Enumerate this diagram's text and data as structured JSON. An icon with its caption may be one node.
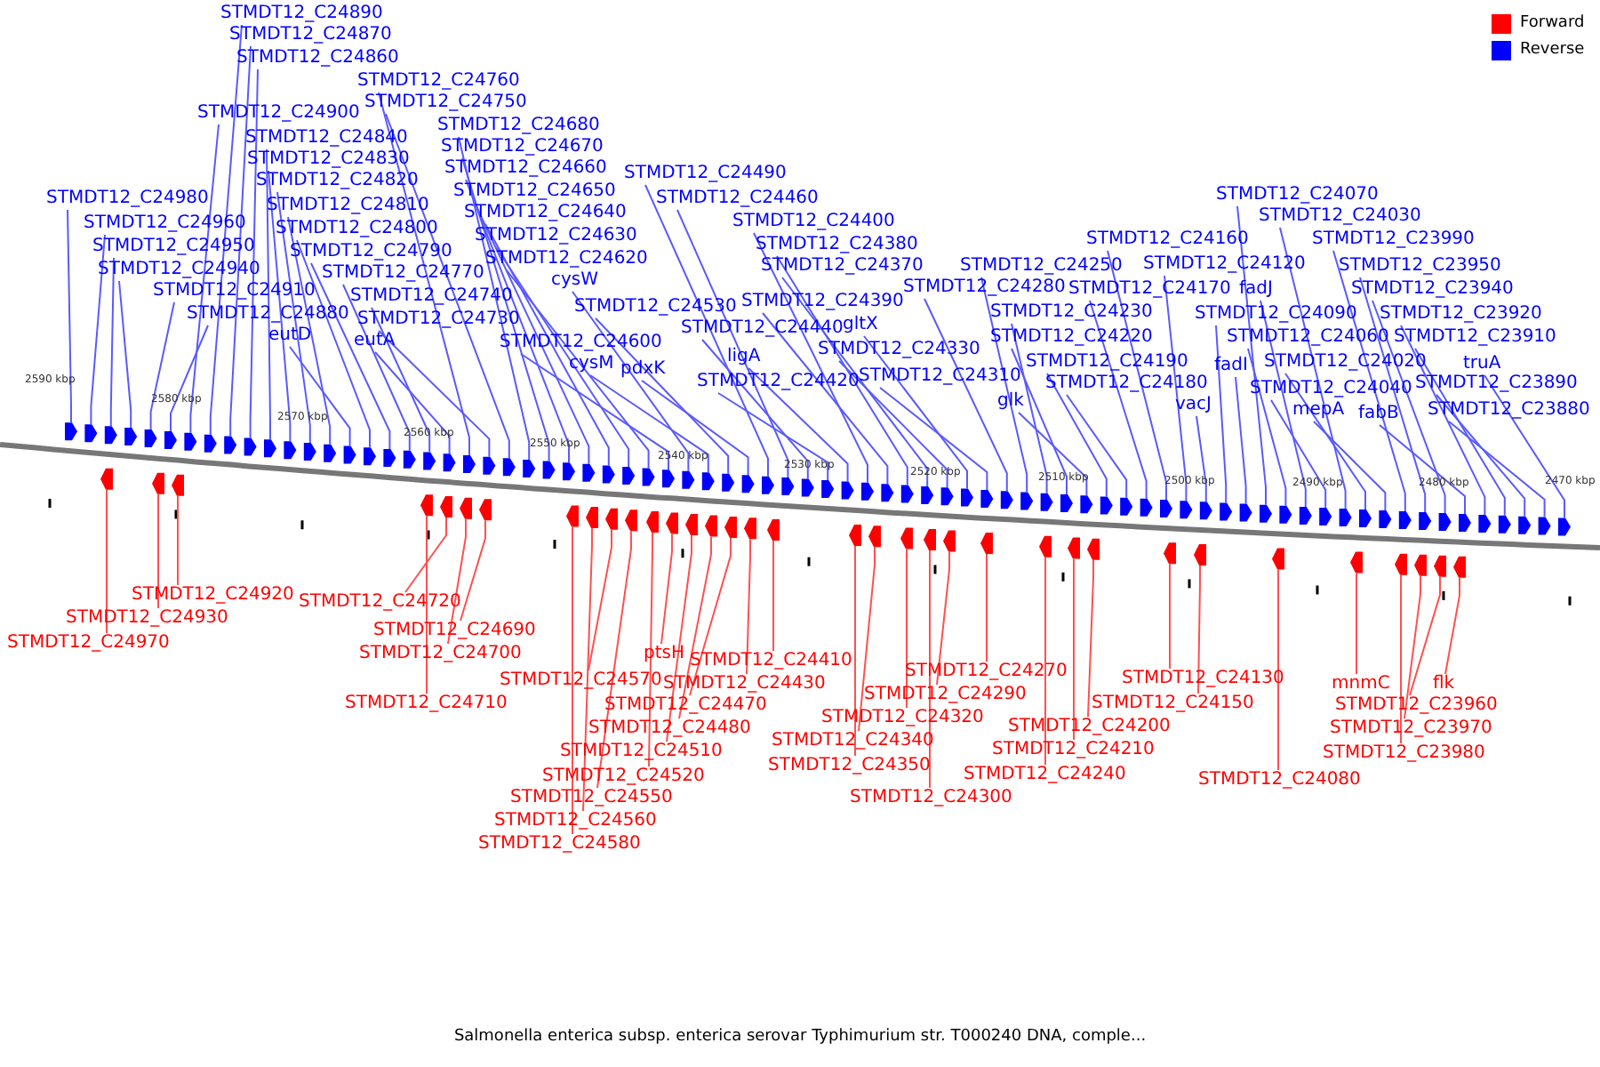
{
  "diagram": {
    "caption": "Salmonella enterica subsp. enterica serovar Typhimurium str. T000240 DNA, comple...",
    "nodes": [
      {
        "text": [
          "STMDT12_C24890"
        ]
      },
      {
        "text": [
          "STMDT12_C24870"
        ]
      },
      {
        "text": [
          "STMDT12_C24860"
        ]
      },
      {
        "text": [
          "STMDT12_C24760"
        ]
      },
      {
        "text": [
          "STMDT12_C24750"
        ]
      },
      {
        "text": [
          "STMDT12_C24900"
        ]
      },
      {
        "text": [
          "STMDT12_C24680"
        ]
      },
      {
        "text": [
          "STMDT12_C24840"
        ]
      },
      {
        "text": [
          "STMDT12_C24670"
        ]
      },
      {
        "text": [
          "STMDT12_C24830"
        ]
      },
      {
        "text": [
          "STMDT12_C24660"
        ]
      },
      {
        "text": [
          "STMDT12_C24490"
        ]
      },
      {
        "text": [
          "STMDT12_C24820"
        ]
      },
      {
        "text": [
          "STMDT12_C24650"
        ]
      },
      {
        "text": [
          "STMDT12_C24070"
        ]
      },
      {
        "text": [
          "STMDT12_C24980"
        ]
      },
      {
        "text": [
          "STMDT12_C24460"
        ]
      },
      {
        "text": [
          "STMDT12_C24810"
        ]
      },
      {
        "text": [
          "STMDT12_C24640"
        ]
      },
      {
        "text": [
          "STMDT12_C24030"
        ]
      },
      {
        "text": [
          "STMDT12_C24400"
        ]
      },
      {
        "text": [
          "STMDT12_C24960"
        ]
      },
      {
        "text": [
          "STMDT12_C24800"
        ]
      },
      {
        "text": [
          "STMDT12_C24630"
        ]
      },
      {
        "text": [
          "STMDT12_C24160"
        ]
      },
      {
        "text": [
          "STMDT12_C23990"
        ]
      },
      {
        "text": [
          "STMDT12_C24380"
        ]
      },
      {
        "text": [
          "STMDT12_C24950"
        ]
      },
      {
        "text": [
          "STMDT12_C24790"
        ]
      },
      {
        "text": [
          "STMDT12_C24620"
        ]
      },
      {
        "text": [
          "STMDT12_C24250"
        ]
      },
      {
        "text": [
          "STMDT12_C24120"
        ]
      },
      {
        "text": [
          "STMDT12_C23950"
        ]
      },
      {
        "text": [
          "STMDT12_C24370"
        ]
      },
      {
        "text": [
          "STMDT12_C24940"
        ]
      },
      {
        "text": [
          "STMDT12_C24770"
        ]
      },
      {
        "text": [
          "cysW"
        ]
      },
      {
        "text": [
          "STMDT12_C24280"
        ]
      },
      {
        "text": [
          "STMDT12_C24170"
        ]
      },
      {
        "text": [
          "fadJ"
        ]
      },
      {
        "text": [
          "STMDT12_C23940"
        ]
      },
      {
        "text": [
          "STMDT12_C24910"
        ]
      },
      {
        "text": [
          "STMDT12_C24740"
        ]
      },
      {
        "text": [
          "STMDT12_C24390"
        ]
      },
      {
        "text": [
          "STMDT12_C24530"
        ]
      },
      {
        "text": [
          "STMDT12_C24230"
        ]
      },
      {
        "text": [
          "STMDT12_C24090"
        ]
      },
      {
        "text": [
          "STMDT12_C23920"
        ]
      },
      {
        "text": [
          "STMDT12_C24880"
        ]
      },
      {
        "text": [
          "STMDT12_C24730"
        ]
      },
      {
        "text": [
          "STMDT12_C24440"
        ]
      },
      {
        "text": [
          "gltX"
        ]
      },
      {
        "text": [
          "eutD"
        ]
      },
      {
        "text": [
          "eutA"
        ]
      },
      {
        "text": [
          "STMDT12_C24600"
        ]
      },
      {
        "text": [
          "STMDT12_C24220"
        ]
      },
      {
        "text": [
          "STMDT12_C24060"
        ]
      },
      {
        "text": [
          "STMDT12_C23910"
        ]
      },
      {
        "text": [
          "STMDT12_C24330"
        ]
      },
      {
        "text": [
          "ligA"
        ]
      },
      {
        "text": [
          "cysM"
        ]
      },
      {
        "text": [
          "STMDT12_C24190"
        ]
      },
      {
        "text": [
          "STMDT12_C24020"
        ]
      },
      {
        "text": [
          "truA"
        ]
      },
      {
        "text": [
          "fadI"
        ]
      },
      {
        "text": [
          "pdxK"
        ]
      },
      {
        "text": [
          "STMDT12_C24310"
        ]
      },
      {
        "text": [
          "STMDT12_C24420"
        ]
      },
      {
        "text": [
          "STMDT12_C24180"
        ]
      },
      {
        "text": [
          "STMDT12_C24040"
        ]
      },
      {
        "text": [
          "STMDT12_C23890"
        ]
      },
      {
        "text": [
          "glk"
        ]
      },
      {
        "text": [
          "vacJ"
        ]
      },
      {
        "text": [
          "mepA"
        ]
      },
      {
        "text": [
          "fabB"
        ]
      },
      {
        "text": [
          "STMDT12_C23880"
        ]
      },
      {
        "text": [
          "STMDT12_C24920"
        ]
      },
      {
        "text": [
          "STMDT12_C24930"
        ]
      },
      {
        "text": [
          "STMDT12_C24970"
        ]
      },
      {
        "text": [
          "STMDT12_C24720"
        ]
      },
      {
        "text": [
          "STMDT12_C24690"
        ]
      },
      {
        "text": [
          "ptsH"
        ]
      },
      {
        "text": [
          "STMDT12_C24410"
        ]
      },
      {
        "text": [
          "STMDT12_C24700"
        ]
      },
      {
        "text": [
          "STMDT12_C24270"
        ]
      },
      {
        "text": [
          "STMDT12_C24130"
        ]
      },
      {
        "text": [
          "STMDT12_C24570"
        ]
      },
      {
        "text": [
          "mnmC"
        ]
      },
      {
        "text": [
          "flk"
        ]
      },
      {
        "text": [
          "STMDT12_C24430"
        ]
      },
      {
        "text": [
          "STMDT12_C24290"
        ]
      },
      {
        "text": [
          "STMDT12_C24150"
        ]
      },
      {
        "text": [
          "STMDT12_C24710"
        ]
      },
      {
        "text": [
          "STMDT12_C24470"
        ]
      },
      {
        "text": [
          "STMDT12_C23960"
        ]
      },
      {
        "text": [
          "STMDT12_C24320"
        ]
      },
      {
        "text": [
          "STMDT12_C24200"
        ]
      },
      {
        "text": [
          "STMDT12_C24480"
        ]
      },
      {
        "text": [
          "STMDT12_C23970"
        ]
      },
      {
        "text": [
          "STMDT12_C24340"
        ]
      },
      {
        "text": [
          "STMDT12_C24210"
        ]
      },
      {
        "text": [
          "STMDT12_C24510"
        ]
      },
      {
        "text": [
          "STMDT12_C23980"
        ]
      },
      {
        "text": [
          "STMDT12_C24240"
        ]
      },
      {
        "text": [
          "STMDT12_C24520"
        ]
      },
      {
        "text": [
          "STMDT12_C24350"
        ]
      },
      {
        "text": [
          "STMDT12_C24080"
        ]
      },
      {
        "text": [
          "STMDT12_C24550"
        ]
      },
      {
        "text": [
          "STMDT12_C24300"
        ]
      },
      {
        "text": [
          "STMDT12_C24560"
        ]
      },
      {
        "text": [
          "STMDT12_C24580"
        ]
      },
      {
        "text": [],
        "shape": "arrow"
      },
      {
        "text": [],
        "shape": "arrow"
      },
      {
        "text": [],
        "shape": "arrow"
      },
      {
        "text": [],
        "shape": "arrow"
      },
      {
        "text": [],
        "shape": "arrow"
      },
      {
        "text": [],
        "shape": "arrow"
      },
      {
        "text": [],
        "shape": "arrow"
      },
      {
        "text": [],
        "shape": "arrow"
      },
      {
        "text": [],
        "shape": "arrow"
      },
      {
        "text": [],
        "shape": "arrow"
      },
      {
        "text": [],
        "shape": "arrow"
      },
      {
        "text": [],
        "shape": "arrow"
      },
      {
        "text": [],
        "shape": "arrow"
      },
      {
        "text": [],
        "shape": "arrow"
      },
      {
        "text": [],
        "shape": "arrow"
      },
      {
        "text": [],
        "shape": "arrow"
      },
      {
        "text": [],
        "shape": "arrow"
      },
      {
        "text": [],
        "shape": "arrow"
      },
      {
        "text": [],
        "shape": "arrow"
      },
      {
        "text": [],
        "shape": "arrow"
      },
      {
        "text": [],
        "shape": "arrow"
      },
      {
        "text": [],
        "shape": "arrow"
      },
      {
        "text": [],
        "shape": "arrow"
      },
      {
        "text": [],
        "shape": "arrow"
      },
      {
        "text": [],
        "shape": "arrow"
      },
      {
        "text": [],
        "shape": "arrow"
      },
      {
        "text": [],
        "shape": "arrow"
      },
      {
        "text": [],
        "shape": "arrow"
      },
      {
        "text": [],
        "shape": "arrow"
      },
      {
        "text": [],
        "shape": "arrow"
      },
      {
        "text": [],
        "shape": "arrow"
      },
      {
        "text": [],
        "shape": "arrow"
      },
      {
        "text": [],
        "shape": "arrow"
      },
      {
        "text": [],
        "shape": "arrow"
      },
      {
        "text": [],
        "shape": "arrow"
      },
      {
        "text": [],
        "shape": "arrow"
      },
      {
        "text": [],
        "shape": "arrow"
      },
      {
        "text": [],
        "shape": "arrow"
      },
      {
        "text": [],
        "shape": "arrow"
      },
      {
        "text": [],
        "shape": "arrow"
      },
      {
        "text": [],
        "shape": "arrow"
      },
      {
        "text": [],
        "shape": "arrow"
      },
      {
        "text": [],
        "shape": "arrow"
      },
      {
        "text": [],
        "shape": "arrow"
      },
      {
        "text": [],
        "shape": "arrow"
      },
      {
        "text": [],
        "shape": "arrow"
      },
      {
        "text": [],
        "shape": "arrow"
      },
      {
        "text": [],
        "shape": "arrow"
      },
      {
        "text": [],
        "shape": "arrow"
      },
      {
        "text": [],
        "shape": "arrow"
      },
      {
        "text": [],
        "shape": "arrow"
      },
      {
        "text": [],
        "shape": "arrow"
      },
      {
        "text": [],
        "shape": "arrow"
      },
      {
        "text": [],
        "shape": "arrow"
      },
      {
        "text": [],
        "shape": "arrow"
      },
      {
        "text": [],
        "shape": "arrow"
      },
      {
        "text": [],
        "shape": "arrow"
      },
      {
        "text": [],
        "shape": "arrow"
      },
      {
        "text": [],
        "shape": "arrow"
      },
      {
        "text": [],
        "shape": "arrow"
      },
      {
        "text": [],
        "shape": "arrow"
      },
      {
        "text": [],
        "shape": "arrow"
      },
      {
        "text": [],
        "shape": "arrow"
      },
      {
        "text": [],
        "shape": "arrow"
      },
      {
        "text": [],
        "shape": "arrow"
      },
      {
        "text": [],
        "shape": "arrow"
      },
      {
        "text": [],
        "shape": "arrow"
      },
      {
        "text": [],
        "shape": "arrow"
      },
      {
        "text": [],
        "shape": "arrow"
      },
      {
        "text": [],
        "shape": "arrow"
      },
      {
        "text": [],
        "shape": "arrow"
      },
      {
        "text": [],
        "shape": "arrow"
      },
      {
        "text": [],
        "shape": "arrow"
      },
      {
        "text": [],
        "shape": "arrow"
      },
      {
        "text": [],
        "shape": "arrow"
      },
      {
        "text": [],
        "shape": "arrow"
      },
      {
        "text": [],
        "shape": "arrow"
      },
      {
        "text": [],
        "shape": "arrow"
      },
      {
        "text": [],
        "shape": "arrow"
      },
      {
        "text": [],
        "shape": "arrow"
      },
      {
        "text": [],
        "shape": "arrow"
      },
      {
        "text": [],
        "shape": "arrow"
      },
      {
        "text": [],
        "shape": "arrow"
      },
      {
        "text": [],
        "shape": "arrow"
      },
      {
        "text": [],
        "shape": "arrow"
      },
      {
        "text": [],
        "shape": "arrow"
      },
      {
        "text": [],
        "shape": "arrow"
      },
      {
        "text": [],
        "shape": "arrow"
      },
      {
        "text": [],
        "shape": "arrow"
      },
      {
        "text": [],
        "shape": "arrow"
      },
      {
        "text": [],
        "shape": "arrow"
      },
      {
        "text": [],
        "shape": "arrow"
      },
      {
        "text": [],
        "shape": "arrow"
      },
      {
        "text": [],
        "shape": "arrow"
      },
      {
        "text": [],
        "shape": "arrow"
      },
      {
        "text": [],
        "shape": "arrow"
      },
      {
        "text": [],
        "shape": "arrow"
      },
      {
        "text": [],
        "shape": "arrow"
      },
      {
        "text": [],
        "shape": "arrow"
      },
      {
        "text": [],
        "shape": "arrow"
      },
      {
        "text": [],
        "shape": "arrow"
      },
      {
        "text": [],
        "shape": "arrow"
      },
      {
        "text": [],
        "shape": "arrow"
      },
      {
        "text": [],
        "shape": "arrow"
      },
      {
        "text": [],
        "shape": "arrow"
      },
      {
        "text": [],
        "shape": "arrow"
      },
      {
        "text": [],
        "shape": "arrow"
      },
      {
        "text": [],
        "shape": "arrow"
      },
      {
        "text": [],
        "shape": "arrow"
      },
      {
        "text": [],
        "shape": "arrow"
      },
      {
        "text": [],
        "shape": "arrow"
      }
    ],
    "edges": [
      {
        "from": 0,
        "to": 111,
        "arrow": "none"
      },
      {
        "from": 1,
        "to": 112,
        "arrow": "none"
      },
      {
        "from": 2,
        "to": 113,
        "arrow": "none"
      },
      {
        "from": 3,
        "to": 114,
        "arrow": "none"
      },
      {
        "from": 4,
        "to": 115,
        "arrow": "none"
      },
      {
        "from": 5,
        "to": 116,
        "arrow": "none"
      },
      {
        "from": 6,
        "to": 117,
        "arrow": "none"
      },
      {
        "from": 7,
        "to": 118,
        "arrow": "none"
      },
      {
        "from": 8,
        "to": 119,
        "arrow": "none"
      },
      {
        "from": 9,
        "to": 120,
        "arrow": "none"
      },
      {
        "from": 10,
        "to": 121,
        "arrow": "none"
      },
      {
        "from": 11,
        "to": 122,
        "arrow": "none"
      },
      {
        "from": 12,
        "to": 123,
        "arrow": "none"
      },
      {
        "from": 13,
        "to": 124,
        "arrow": "none"
      },
      {
        "from": 14,
        "to": 125,
        "arrow": "none"
      },
      {
        "from": 15,
        "to": 126,
        "arrow": "none"
      },
      {
        "from": 16,
        "to": 127,
        "arrow": "none"
      },
      {
        "from": 17,
        "to": 128,
        "arrow": "none"
      },
      {
        "from": 18,
        "to": 129,
        "arrow": "none"
      },
      {
        "from": 19,
        "to": 130,
        "arrow": "none"
      },
      {
        "from": 20,
        "to": 131,
        "arrow": "none"
      },
      {
        "from": 21,
        "to": 132,
        "arrow": "none"
      },
      {
        "from": 22,
        "to": 133,
        "arrow": "none"
      },
      {
        "from": 23,
        "to": 134,
        "arrow": "none"
      },
      {
        "from": 24,
        "to": 135,
        "arrow": "none"
      },
      {
        "from": 25,
        "to": 136,
        "arrow": "none"
      },
      {
        "from": 26,
        "to": 137,
        "arrow": "none"
      },
      {
        "from": 27,
        "to": 138,
        "arrow": "none"
      },
      {
        "from": 28,
        "to": 139,
        "arrow": "none"
      },
      {
        "from": 29,
        "to": 140,
        "arrow": "none"
      },
      {
        "from": 30,
        "to": 141,
        "arrow": "none"
      },
      {
        "from": 31,
        "to": 142,
        "arrow": "none"
      },
      {
        "from": 32,
        "to": 143,
        "arrow": "none"
      },
      {
        "from": 33,
        "to": 144,
        "arrow": "none"
      },
      {
        "from": 34,
        "to": 145,
        "arrow": "none"
      },
      {
        "from": 35,
        "to": 146,
        "arrow": "none"
      },
      {
        "from": 36,
        "to": 147,
        "arrow": "none"
      },
      {
        "from": 37,
        "to": 148,
        "arrow": "none"
      },
      {
        "from": 38,
        "to": 149,
        "arrow": "none"
      },
      {
        "from": 39,
        "to": 150,
        "arrow": "none"
      },
      {
        "from": 40,
        "to": 151,
        "arrow": "none"
      },
      {
        "from": 41,
        "to": 152,
        "arrow": "none"
      },
      {
        "from": 42,
        "to": 153,
        "arrow": "none"
      },
      {
        "from": 43,
        "to": 154,
        "arrow": "none"
      },
      {
        "from": 44,
        "to": 155,
        "arrow": "none"
      },
      {
        "from": 45,
        "to": 156,
        "arrow": "none"
      },
      {
        "from": 46,
        "to": 157,
        "arrow": "none"
      },
      {
        "from": 47,
        "to": 158,
        "arrow": "none"
      },
      {
        "from": 48,
        "to": 159,
        "arrow": "none"
      },
      {
        "from": 49,
        "to": 160,
        "arrow": "none"
      },
      {
        "from": 50,
        "to": 161,
        "arrow": "none"
      },
      {
        "from": 51,
        "to": 162,
        "arrow": "none"
      },
      {
        "from": 52,
        "to": 163,
        "arrow": "none"
      },
      {
        "from": 53,
        "to": 164,
        "arrow": "none"
      },
      {
        "from": 54,
        "to": 165,
        "arrow": "none"
      },
      {
        "from": 55,
        "to": 166,
        "arrow": "none"
      },
      {
        "from": 56,
        "to": 167,
        "arrow": "none"
      },
      {
        "from": 57,
        "to": 168,
        "arrow": "none"
      },
      {
        "from": 58,
        "to": 169,
        "arrow": "none"
      },
      {
        "from": 59,
        "to": 170,
        "arrow": "none"
      },
      {
        "from": 60,
        "to": 171,
        "arrow": "none"
      },
      {
        "from": 61,
        "to": 172,
        "arrow": "none"
      },
      {
        "from": 62,
        "to": 173,
        "arrow": "none"
      },
      {
        "from": 63,
        "to": 174,
        "arrow": "none"
      },
      {
        "from": 64,
        "to": 175,
        "arrow": "none"
      },
      {
        "from": 65,
        "to": 176,
        "arrow": "none"
      },
      {
        "from": 66,
        "to": 177,
        "arrow": "none"
      },
      {
        "from": 67,
        "to": 178,
        "arrow": "none"
      },
      {
        "from": 68,
        "to": 179,
        "arrow": "none"
      },
      {
        "from": 69,
        "to": 180,
        "arrow": "none"
      },
      {
        "from": 70,
        "to": 181,
        "arrow": "none"
      },
      {
        "from": 71,
        "to": 182,
        "arrow": "none"
      },
      {
        "from": 72,
        "to": 183,
        "arrow": "none"
      },
      {
        "from": 73,
        "to": 184,
        "arrow": "none"
      },
      {
        "from": 74,
        "to": 185,
        "arrow": "none"
      },
      {
        "from": 75,
        "to": 186,
        "arrow": "none"
      },
      {
        "from": 76,
        "to": 187,
        "arrow": "none",
        "color": "#ff5050"
      },
      {
        "from": 77,
        "to": 188,
        "arrow": "none",
        "color": "#ff5050"
      },
      {
        "from": 78,
        "to": 189,
        "arrow": "none",
        "color": "#ff5050"
      },
      {
        "from": 79,
        "to": 190,
        "arrow": "none",
        "color": "#ff5050"
      },
      {
        "from": 80,
        "to": 191,
        "arrow": "none",
        "color": "#ff5050"
      },
      {
        "from": 81,
        "to": 192,
        "arrow": "none",
        "color": "#ff5050"
      },
      {
        "from": 82,
        "to": 193,
        "arrow": "none",
        "color": "#ff5050"
      },
      {
        "from": 83,
        "to": 194,
        "arrow": "none",
        "color": "#ff5050"
      },
      {
        "from": 84,
        "to": 195,
        "arrow": "none",
        "color": "#ff5050"
      },
      {
        "from": 85,
        "to": 196,
        "arrow": "none",
        "color": "#ff5050"
      },
      {
        "from": 86,
        "to": 197,
        "arrow": "none",
        "color": "#ff5050"
      },
      {
        "from": 87,
        "to": 198,
        "arrow": "none",
        "color": "#ff5050"
      },
      {
        "from": 88,
        "to": 199,
        "arrow": "none",
        "color": "#ff5050"
      },
      {
        "from": 89,
        "to": 200,
        "arrow": "none",
        "color": "#ff5050"
      },
      {
        "from": 90,
        "to": 201,
        "arrow": "none",
        "color": "#ff5050"
      },
      {
        "from": 91,
        "to": 202,
        "arrow": "none",
        "color": "#ff5050"
      },
      {
        "from": 92,
        "to": 203,
        "arrow": "none",
        "color": "#ff5050"
      },
      {
        "from": 93,
        "to": 204,
        "arrow": "none",
        "color": "#ff5050"
      },
      {
        "from": 94,
        "to": 205,
        "arrow": "none",
        "color": "#ff5050"
      },
      {
        "from": 95,
        "to": 206,
        "arrow": "none",
        "color": "#ff5050"
      },
      {
        "from": 96,
        "to": 207,
        "arrow": "none",
        "color": "#ff5050"
      },
      {
        "from": 97,
        "to": 208,
        "arrow": "none",
        "color": "#ff5050"
      },
      {
        "from": 98,
        "to": 209,
        "arrow": "none",
        "color": "#ff5050"
      },
      {
        "from": 99,
        "to": 210,
        "arrow": "none",
        "color": "#ff5050"
      },
      {
        "from": 100,
        "to": 211,
        "arrow": "none",
        "color": "#ff5050"
      },
      {
        "from": 101,
        "to": 212,
        "arrow": "none",
        "color": "#ff5050"
      },
      {
        "from": 102,
        "to": 213,
        "arrow": "none",
        "color": "#ff5050"
      },
      {
        "from": 103,
        "to": 214,
        "arrow": "none",
        "color": "#ff5050"
      },
      {
        "from": 104,
        "to": 215,
        "arrow": "none",
        "color": "#ff5050"
      },
      {
        "from": 105,
        "to": 216,
        "arrow": "none",
        "color": "#ff5050"
      },
      {
        "from": 106,
        "to": 217,
        "arrow": "none",
        "color": "#ff5050"
      },
      {
        "from": 107,
        "to": 218,
        "arrow": "none",
        "color": "#ff5050"
      },
      {
        "from": 108,
        "to": 219,
        "arrow": "none",
        "color": "#ff5050"
      },
      {
        "from": 109,
        "to": 220,
        "arrow": "none",
        "color": "#ff5050"
      },
      {
        "from": 110,
        "to": 221,
        "arrow": "none",
        "color": "#ff5050"
      }
    ],
    "labels": [
      "2590 kbp",
      "2580 kbp",
      "2570 kbp",
      "2560 kbp",
      "2550 kbp",
      "2540 kbp",
      "2530 kbp",
      "2520 kbp",
      "2510 kbp",
      "2500 kbp",
      "2490 kbp",
      "2480 kbp",
      "2470 kbp"
    ],
    "legend": [
      {
        "text": "Forward",
        "color": "#ff0000"
      },
      {
        "text": "Reverse",
        "color": "#0000ff"
      }
    ]
  }
}
